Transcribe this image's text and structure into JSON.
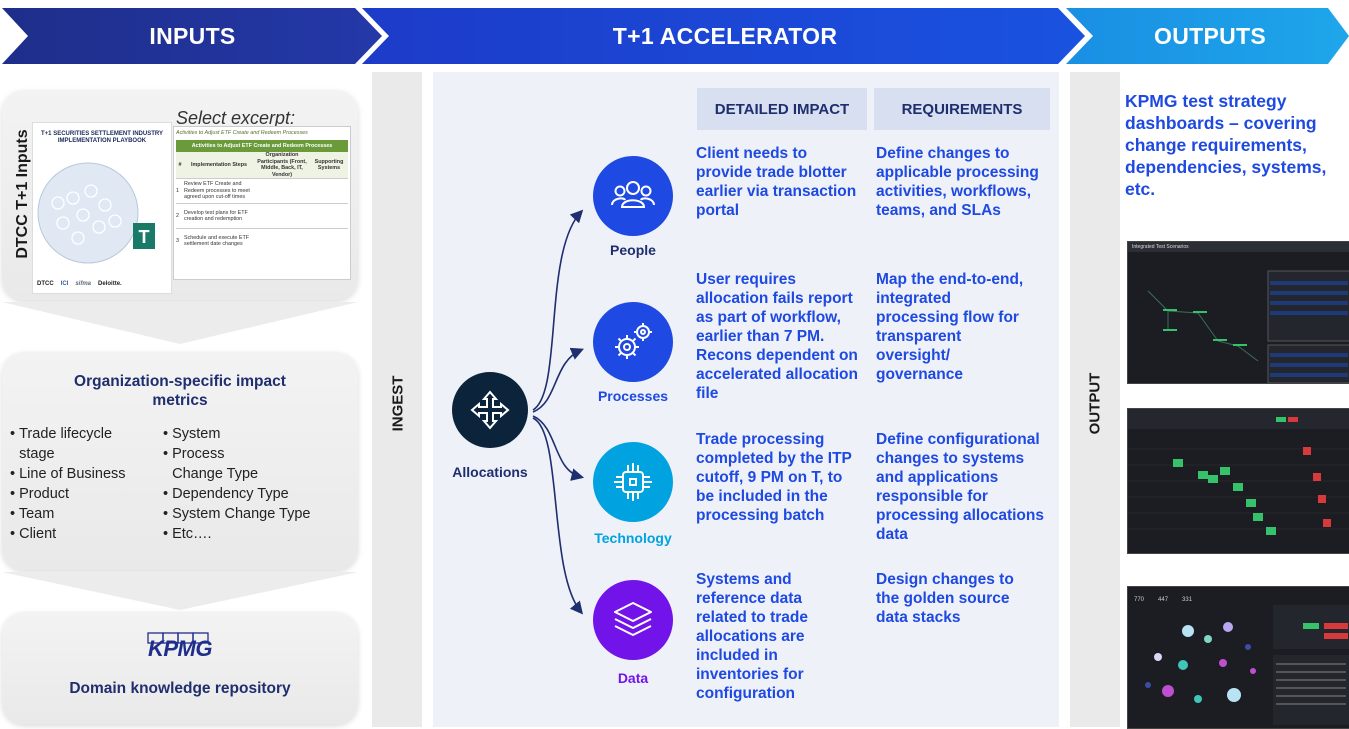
{
  "headers": {
    "inputs": "INPUTS",
    "accelerator": "T+1 ACCELERATOR",
    "outputs": "OUTPUTS"
  },
  "inputs": {
    "dtcc_card": {
      "vertical_label": "DTCC T+1 Inputs",
      "excerpt_label": "Select excerpt:",
      "book_title": "T+1 SECURITIES SETTLEMENT INDUSTRY IMPLEMENTATION PLAYBOOK",
      "table_caption": "Activities to Adjust ETF Create and Redeem Processes",
      "table_header": "Activities to Adjust ETF Create and Redeem Processes",
      "table_cols": [
        "#",
        "Implementation Steps",
        "Organization Participants (Front, Middle, Back, IT, Vendor)",
        "Supporting Systems"
      ],
      "table_rows": [
        {
          "n": "1",
          "step": "Review ETF Create and Redeem processes to meet agreed upon cut-off times"
        },
        {
          "n": "2",
          "step": "Develop test plans for ETF creation and redemption"
        },
        {
          "n": "3",
          "step": "Schedule and execute ETF settlement date changes"
        }
      ],
      "logos": [
        "DTCC",
        "ICI",
        "sifma",
        "Deloitte."
      ]
    },
    "metrics_card": {
      "title": "Organization-specific impact metrics",
      "left_items": [
        "Trade lifecycle stage",
        "Line of Business",
        "Product",
        "Team",
        "Client"
      ],
      "right_items": [
        "System",
        "Process Change Type",
        "Dependency Type",
        "System Change Type",
        "Etc…."
      ]
    },
    "kpmg_card": {
      "logo": "KPMG",
      "label": "Domain knowledge repository"
    }
  },
  "ingest_label": "INGEST",
  "output_label": "OUTPUT",
  "accelerator": {
    "col_headers": {
      "impact": "DETAILED IMPACT",
      "requirements": "REQUIREMENTS"
    },
    "center": {
      "label": "Allocations",
      "icon": "arrows-move-icon"
    },
    "rows": [
      {
        "category": "People",
        "icon": "people-icon",
        "color": "#1e49e2",
        "impact": "Client needs to provide trade blotter earlier via transaction portal",
        "requirement": "Define changes to applicable processing activities, workflows, teams, and SLAs"
      },
      {
        "category": "Processes",
        "icon": "gears-icon",
        "color": "#1e49e2",
        "impact": "User requires allocation fails report as part of workflow, earlier than 7 PM. Recons dependent on accelerated allocation file",
        "requirement": "Map the end-to-end, integrated processing flow for transparent oversight/ governance"
      },
      {
        "category": "Technology",
        "icon": "chip-icon",
        "color": "#00a3e0",
        "impact": "Trade processing completed by the ITP cutoff, 9 PM on T, to be included in the processing batch",
        "requirement": "Define configurational changes to systems and applications responsible for processing allocations data"
      },
      {
        "category": "Data",
        "icon": "layers-icon",
        "color": "#7213ea",
        "impact": "Systems and reference data related to trade allocations are included in inventories for configuration",
        "requirement": "Design changes to the golden source data stacks"
      }
    ]
  },
  "outputs": {
    "title": "KPMG test strategy dashboards – covering change requirements, dependencies, systems, etc.",
    "dash1_title": "Integrated Test Scenarios",
    "dash3_kpis": [
      "770",
      "447",
      "331"
    ]
  },
  "colors": {
    "navy": "#1e2e6e",
    "blue": "#1e49e2",
    "cyan": "#00a3e0",
    "purple": "#7213ea",
    "dark_circle": "#0c233c"
  }
}
